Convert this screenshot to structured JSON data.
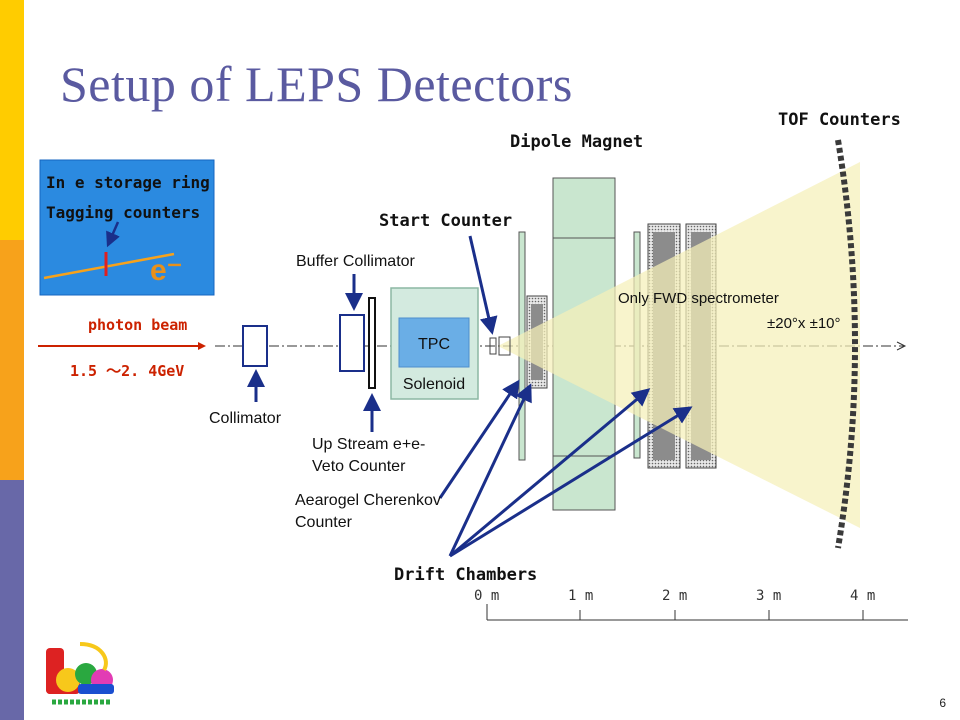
{
  "slide": {
    "title": "Setup of LEPS Detectors",
    "page_number": "6"
  },
  "inset": {
    "line1": "In e storage ring",
    "line2": "Tagging counters",
    "electron": "e⁻"
  },
  "beam": {
    "label": "photon beam",
    "energy": "1.5 ～2. 4GeV"
  },
  "labels": {
    "dipole_magnet": "Dipole Magnet",
    "tof_counters": "TOF Counters",
    "start_counter": "Start Counter",
    "buffer_collimator": "Buffer Collimator",
    "tpc": "TPC",
    "solenoid": "Solenoid",
    "collimator": "Collimator",
    "upstream_line1": "Up Stream e+e-",
    "upstream_line2": "Veto Counter",
    "aerogel_line1": "Aearogel Cherenkov",
    "aerogel_line2": "Counter",
    "drift_chambers": "Drift Chambers",
    "fwd_line1": "Only FWD spectrometer",
    "fwd_line2": "±20°x ±10°"
  },
  "scale": {
    "ticks": [
      "0 m",
      "1 m",
      "2 m",
      "3 m",
      "4 m"
    ]
  },
  "colors": {
    "title": "#5a5aa0",
    "beam_red": "#cc2200",
    "arrow_blue": "#1a2f8a",
    "inset_bg": "#2b8ae0",
    "magnet_green": "#c9e6cf",
    "tpc_blue": "#6aaee6",
    "solenoid_green": "#d3eadf",
    "acceptance_yellow": "#f5f0b8"
  }
}
